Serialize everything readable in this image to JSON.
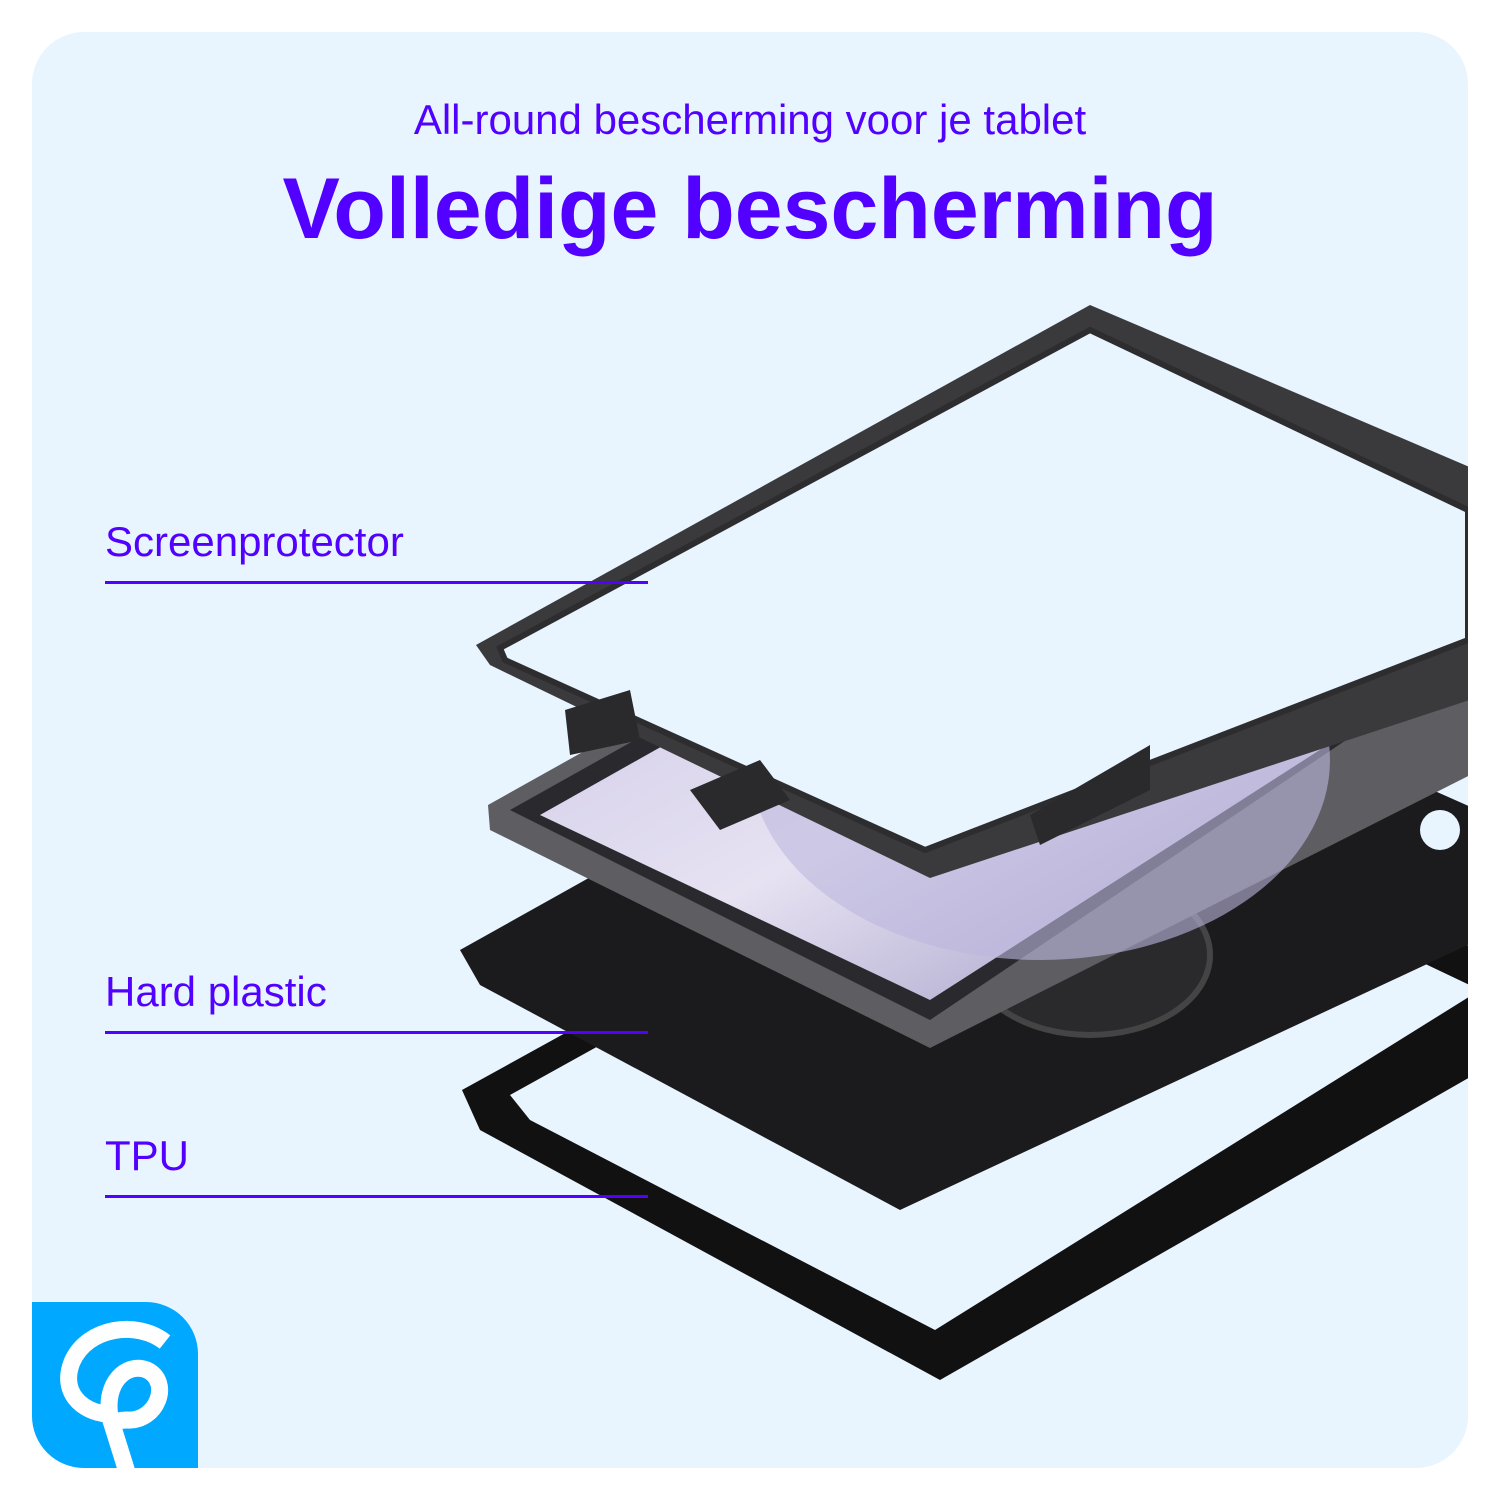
{
  "header": {
    "subtitle": "All-round bescherming voor je tablet",
    "title": "Volledige bescherming"
  },
  "layers": [
    {
      "label": "Screenprotector"
    },
    {
      "label": "Hard plastic"
    },
    {
      "label": "TPU"
    }
  ],
  "colors": {
    "accent": "#5200ff",
    "background": "#e8f4fe",
    "logo": "#00a8ff"
  },
  "logo": {
    "icon": "brand-logo-icon"
  }
}
